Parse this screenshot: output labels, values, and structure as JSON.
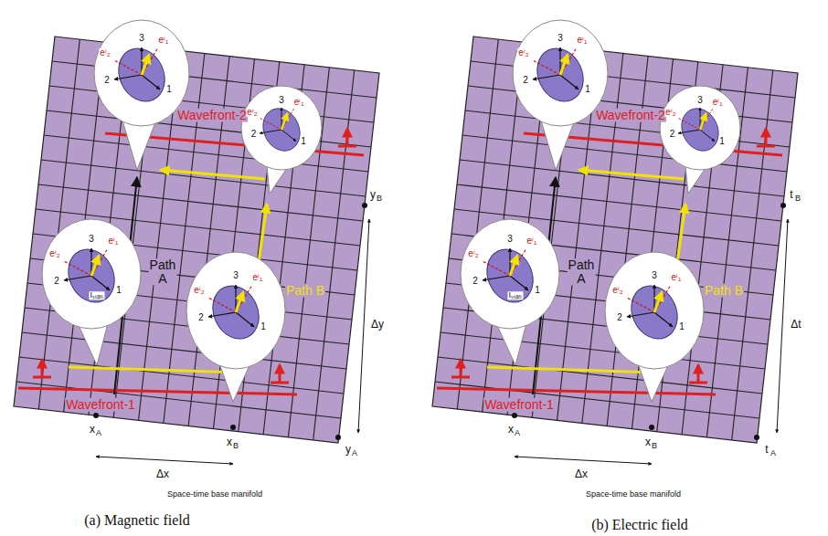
{
  "diagram": {
    "labels": [
      "Path A",
      "Path B",
      "Wavefront-1",
      "Wavefront-2",
      "x",
      "A",
      "x",
      "B",
      "Δx",
      "y",
      "B",
      "y",
      "A",
      "Δy",
      "Space-time base manifold",
      "(a) Magnetic field",
      "Iₛₜₐᵣₜ",
      "3",
      "2",
      "1",
      "eⁱ₁",
      "eⁱ₂",
      "3",
      "2",
      "1",
      "eⁱ₁",
      "eⁱ₂",
      "3",
      "2",
      "1",
      "eⁱ₁",
      "eⁱ₂",
      "3",
      "2",
      "1",
      "eⁱ₁",
      "eⁱ₂",
      "Path A",
      "Path B",
      "Wavefront-1",
      "Wavefront-2",
      "x",
      "A",
      "x",
      "B",
      "Δx",
      "t",
      "B",
      "t",
      "A",
      "Δt",
      "Space-time base manifold",
      "(b) Electric field",
      "Iₛₜₐᵣₜ",
      "3",
      "2",
      "1",
      "eⁱ₁",
      "eⁱ₂",
      "3",
      "2",
      "1",
      "eⁱ₁",
      "eⁱ₂",
      "3",
      "2",
      "1",
      "eⁱ₁",
      "eⁱ₂",
      "3",
      "2",
      "1",
      "eⁱ₁",
      "eⁱ₂"
    ]
  }
}
